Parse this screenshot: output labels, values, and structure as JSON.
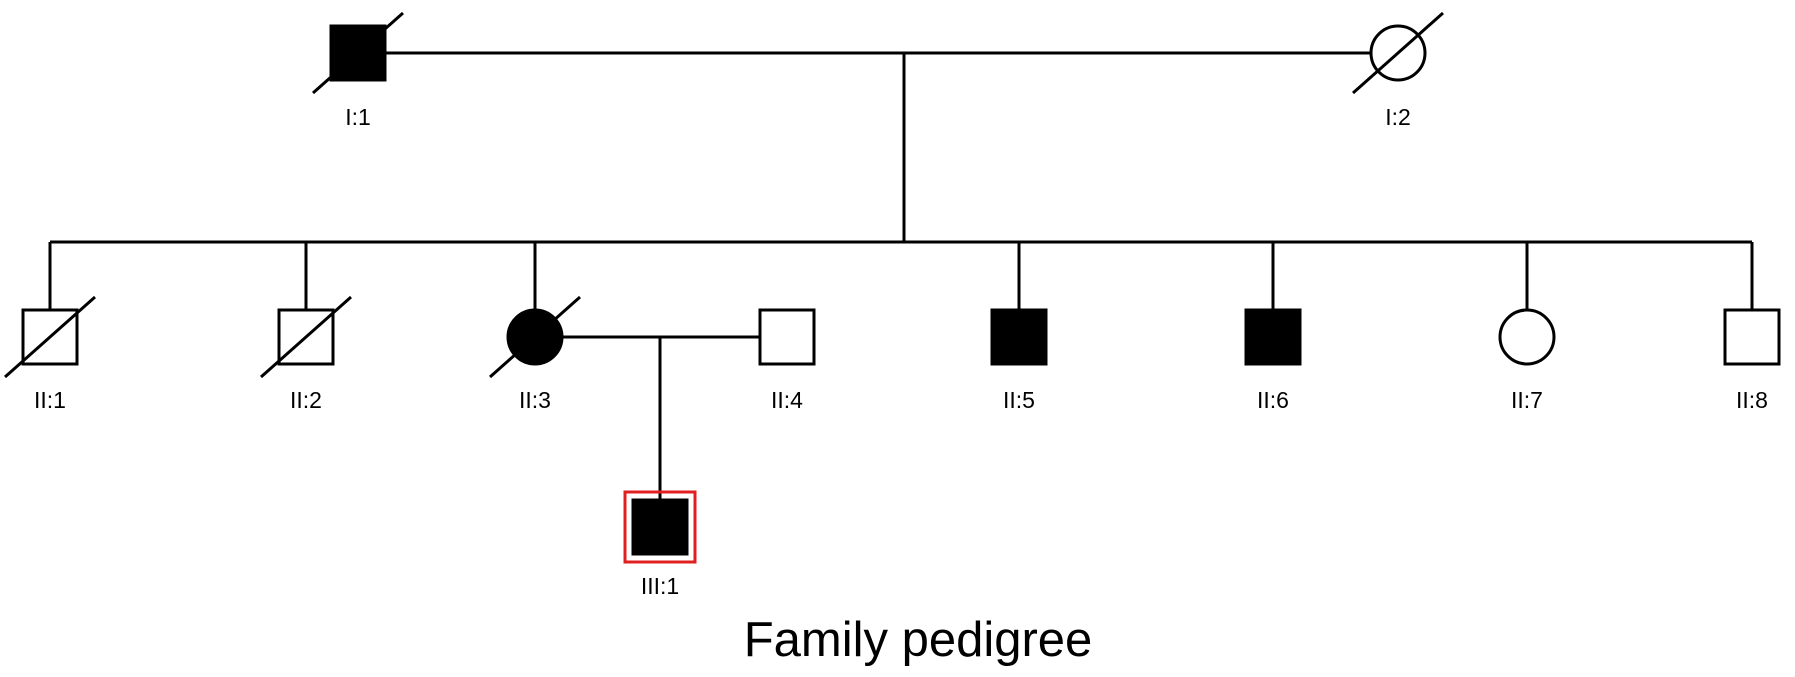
{
  "title": "Family pedigree",
  "colors": {
    "line": "#000000",
    "affected": "#000000",
    "unaffected": "#ffffff",
    "proband_frame": "#e02020"
  },
  "individuals": [
    {
      "id": "I:1",
      "label": "I:1",
      "sex": "male",
      "affected": true,
      "deceased": true
    },
    {
      "id": "I:2",
      "label": "I:2",
      "sex": "female",
      "affected": false,
      "deceased": true
    },
    {
      "id": "II:1",
      "label": "II:1",
      "sex": "male",
      "affected": false,
      "deceased": true
    },
    {
      "id": "II:2",
      "label": "II:2",
      "sex": "male",
      "affected": false,
      "deceased": true
    },
    {
      "id": "II:3",
      "label": "II:3",
      "sex": "female",
      "affected": true,
      "deceased": true
    },
    {
      "id": "II:4",
      "label": "II:4",
      "sex": "male",
      "affected": false,
      "deceased": false
    },
    {
      "id": "II:5",
      "label": "II:5",
      "sex": "male",
      "affected": true,
      "deceased": false
    },
    {
      "id": "II:6",
      "label": "II:6",
      "sex": "male",
      "affected": true,
      "deceased": false
    },
    {
      "id": "II:7",
      "label": "II:7",
      "sex": "female",
      "affected": false,
      "deceased": false
    },
    {
      "id": "II:8",
      "label": "II:8",
      "sex": "male",
      "affected": false,
      "deceased": false
    },
    {
      "id": "III:1",
      "label": "III:1",
      "sex": "male",
      "affected": true,
      "deceased": false,
      "proband": true
    }
  ],
  "relations": [
    {
      "type": "couple",
      "partners": [
        "I:1",
        "I:2"
      ],
      "children": [
        "II:1",
        "II:2",
        "II:3",
        "II:5",
        "II:6",
        "II:7",
        "II:8"
      ]
    },
    {
      "type": "couple",
      "partners": [
        "II:3",
        "II:4"
      ],
      "children": [
        "III:1"
      ]
    }
  ]
}
